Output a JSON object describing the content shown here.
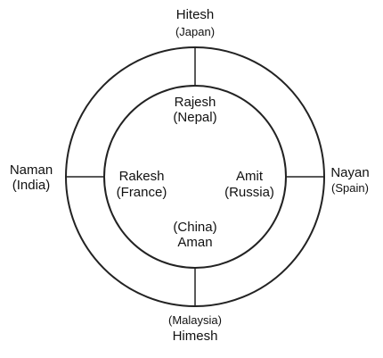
{
  "colors": {
    "stroke": "#222222",
    "text": "#111111",
    "background": "#ffffff"
  },
  "outer": {
    "top": {
      "name": "Hitesh",
      "country": "(Japan)"
    },
    "left": {
      "name": "Naman",
      "country": "(India)"
    },
    "right": {
      "name": "Nayan",
      "country": "(Spain)"
    },
    "bottom": {
      "name": "Himesh",
      "country": "(Malaysia)"
    }
  },
  "inner": {
    "top": {
      "name": "Rajesh",
      "country": "(Nepal)"
    },
    "left": {
      "name": "Rakesh",
      "country": "(France)"
    },
    "right": {
      "name": "Amit",
      "country": "(Russia)"
    },
    "bottom": {
      "name": "Aman",
      "country": "(China)"
    }
  }
}
